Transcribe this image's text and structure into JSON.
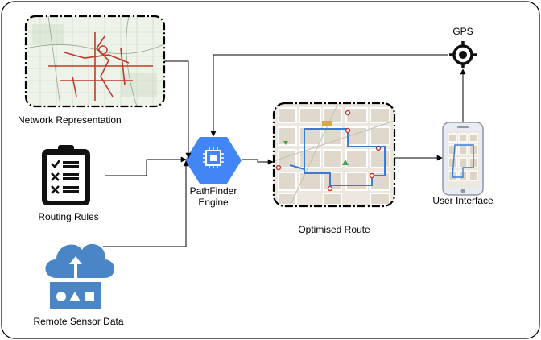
{
  "diagram": {
    "nodes": {
      "network": {
        "label": "Network Representation",
        "icon": "road-network-map-thumbnail"
      },
      "rules": {
        "label": "Routing Rules",
        "icon": "clipboard-checklist-icon"
      },
      "sensor": {
        "label": "Remote Sensor Data",
        "icon": "cloud-upload-sensor-icon"
      },
      "engine": {
        "label_line1": "PathFinder",
        "label_line2": "Engine",
        "icon": "chip-hexagon-icon"
      },
      "route": {
        "label": "Optimised Route",
        "icon": "street-map-thumbnail"
      },
      "ui": {
        "label": "User Interface",
        "icon": "smartphone-map-icon"
      },
      "gps": {
        "label": "GPS",
        "icon": "gps-crosshair-icon"
      }
    },
    "edges": [
      {
        "from": "network",
        "to": "engine"
      },
      {
        "from": "rules",
        "to": "engine"
      },
      {
        "from": "sensor",
        "to": "engine"
      },
      {
        "from": "engine",
        "to": "route"
      },
      {
        "from": "route",
        "to": "ui"
      },
      {
        "from": "ui",
        "to": "gps"
      },
      {
        "from": "gps",
        "to": "engine"
      }
    ]
  },
  "colors": {
    "engine_blue": "#4285f4",
    "cloud_blue": "#4a86c5",
    "map_road_red": "#c0392b",
    "route_blue": "#3a7bd5",
    "gps_black": "#111111"
  }
}
